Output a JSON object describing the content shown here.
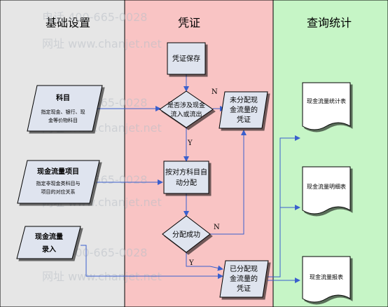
{
  "lanes": {
    "basic": {
      "title": "基础设置",
      "color": "#e6e6e6"
    },
    "voucher": {
      "title": "凭证",
      "color": "#f9c4c4"
    },
    "query": {
      "title": "查询统计",
      "color": "#c6f5c6"
    }
  },
  "nodes": {
    "subject": {
      "title": "科目",
      "line1": "指定现金、银行、现",
      "line2": "金等价物科目"
    },
    "cashflow_item": {
      "title": "现金流量项目",
      "line1": "指定非现金类科目与",
      "line2": "项目的对应关系"
    },
    "cashflow_input": {
      "line1": "现金流量",
      "line2": "录入"
    },
    "save_voucher": {
      "line1": "凭证保存"
    },
    "decision_flow": {
      "line1": "是否涉及现金",
      "line2": "流入或流出"
    },
    "unallocated": {
      "line1": "未分配现",
      "line2": "金流量的",
      "line3": "凭证"
    },
    "auto_allocate": {
      "line1": "按对方科目自",
      "line2": "动分配"
    },
    "decision_success": {
      "line1": "分配成功"
    },
    "allocated": {
      "line1": "已分配现",
      "line2": "金流量的",
      "line3": "凭证"
    },
    "report_stat": {
      "line1": "现金流量统计表"
    },
    "report_detail": {
      "line1": "现金流量明细表"
    },
    "report_sheet": {
      "line1": "现金流量报表"
    }
  },
  "edge_labels": {
    "no_1": "N",
    "yes_1": "Y",
    "no_2": "N",
    "yes_2": "Y"
  },
  "watermark": {
    "line_a": "电话  400-665-0028",
    "line_b": "网址  www.chanjet.net"
  }
}
